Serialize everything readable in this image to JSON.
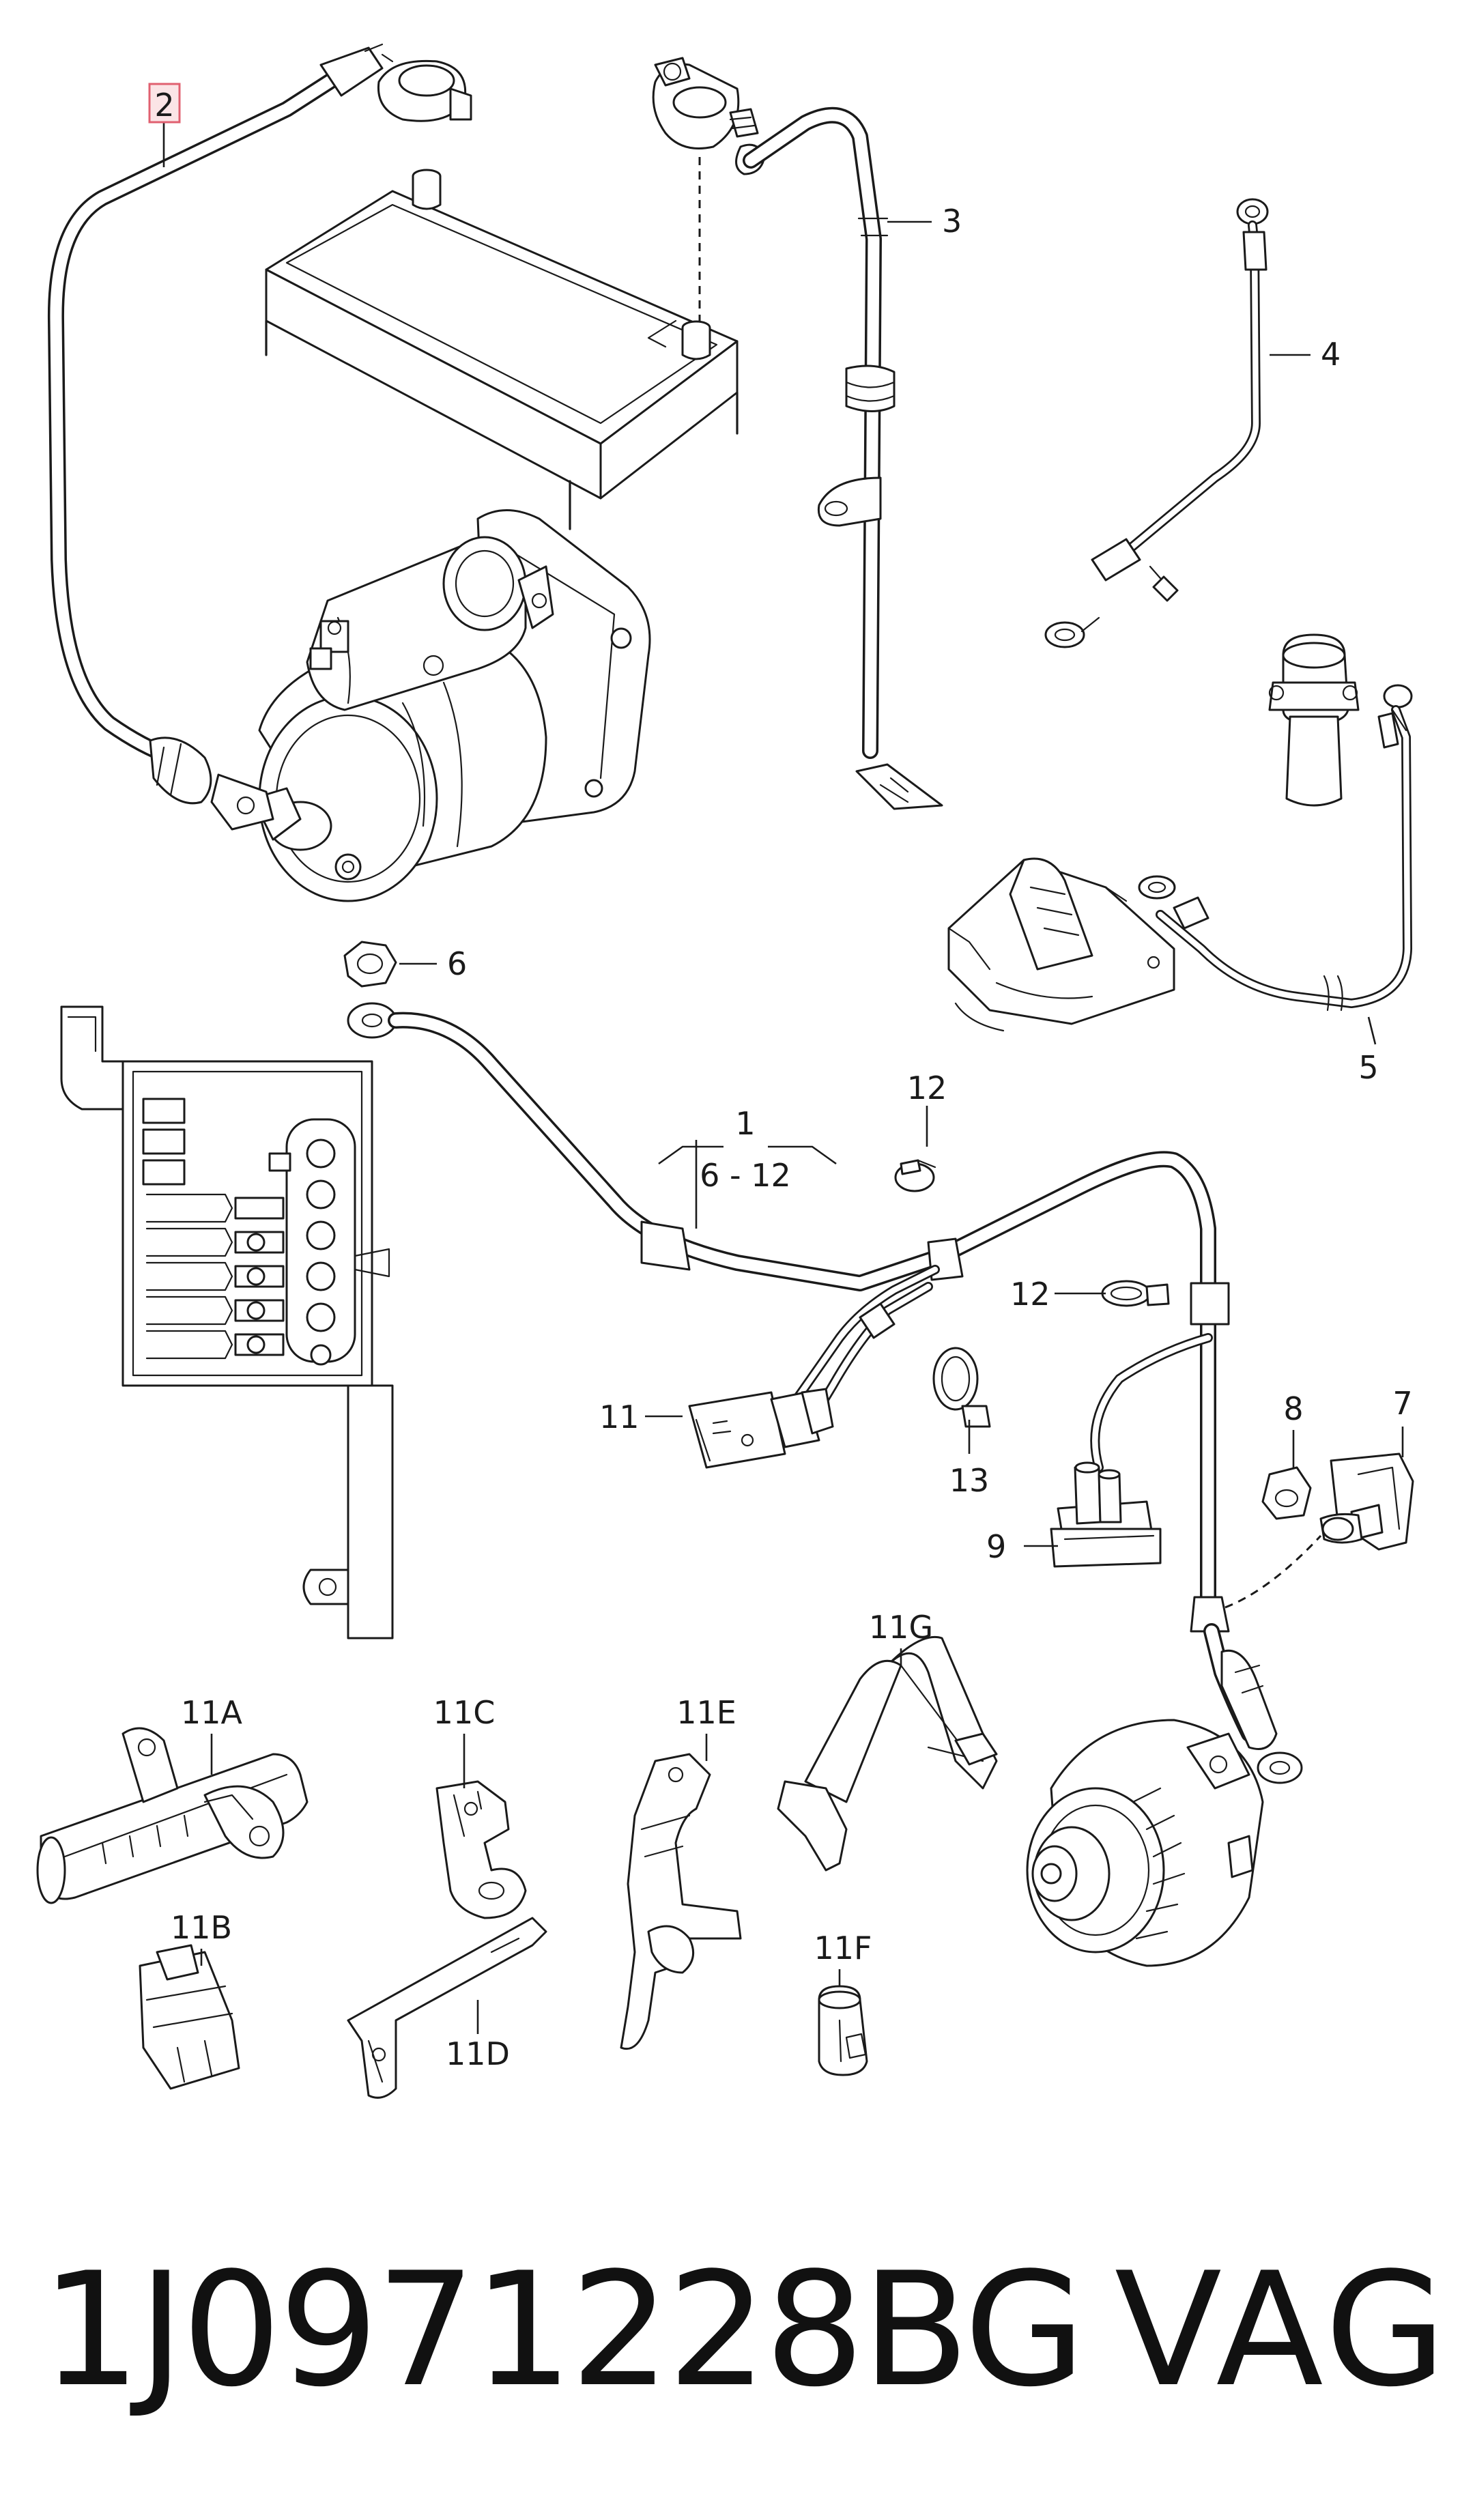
{
  "callouts": {
    "c1": "1",
    "c1_range": "6 - 12",
    "c2": "2",
    "c3": "3",
    "c4": "4",
    "c5": "5",
    "c6": "6",
    "c7": "7",
    "c8": "8",
    "c9": "9",
    "c11": "11",
    "c11a": "11A",
    "c11b": "11B",
    "c11c": "11C",
    "c11d": "11D",
    "c11e": "11E",
    "c11f": "11F",
    "c11g": "11G",
    "c12a": "12",
    "c12b": "12",
    "c13": "13"
  },
  "highlight_color": "#e06070",
  "part_number": "1J0971228BG",
  "brand": "VAG"
}
